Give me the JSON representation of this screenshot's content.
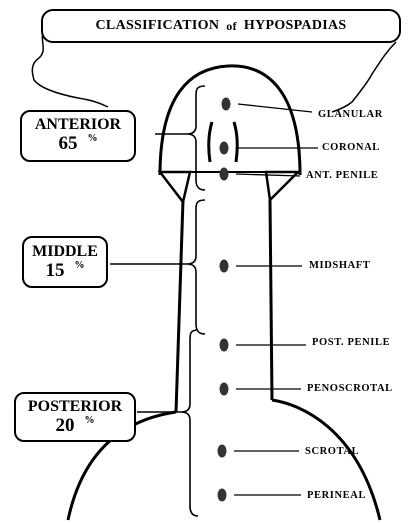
{
  "title": {
    "main": "CLASSIFICATION",
    "of": "of",
    "subject": "HYPOSPADIAS"
  },
  "groups": [
    {
      "name": "ANTERIOR",
      "value": "65",
      "unit": "%"
    },
    {
      "name": "MIDDLE",
      "value": "15",
      "unit": "%"
    },
    {
      "name": "POSTERIOR",
      "value": "20",
      "unit": "%"
    }
  ],
  "sites": [
    "GLANULAR",
    "CORONAL",
    "ANT. PENILE",
    "MIDSHAFT",
    "POST. PENILE",
    "PENOSCROTAL",
    "SCROTAL",
    "PERINEAL"
  ],
  "colors": {
    "ink": "#000000",
    "dot": "#333333",
    "background": "#ffffff"
  }
}
